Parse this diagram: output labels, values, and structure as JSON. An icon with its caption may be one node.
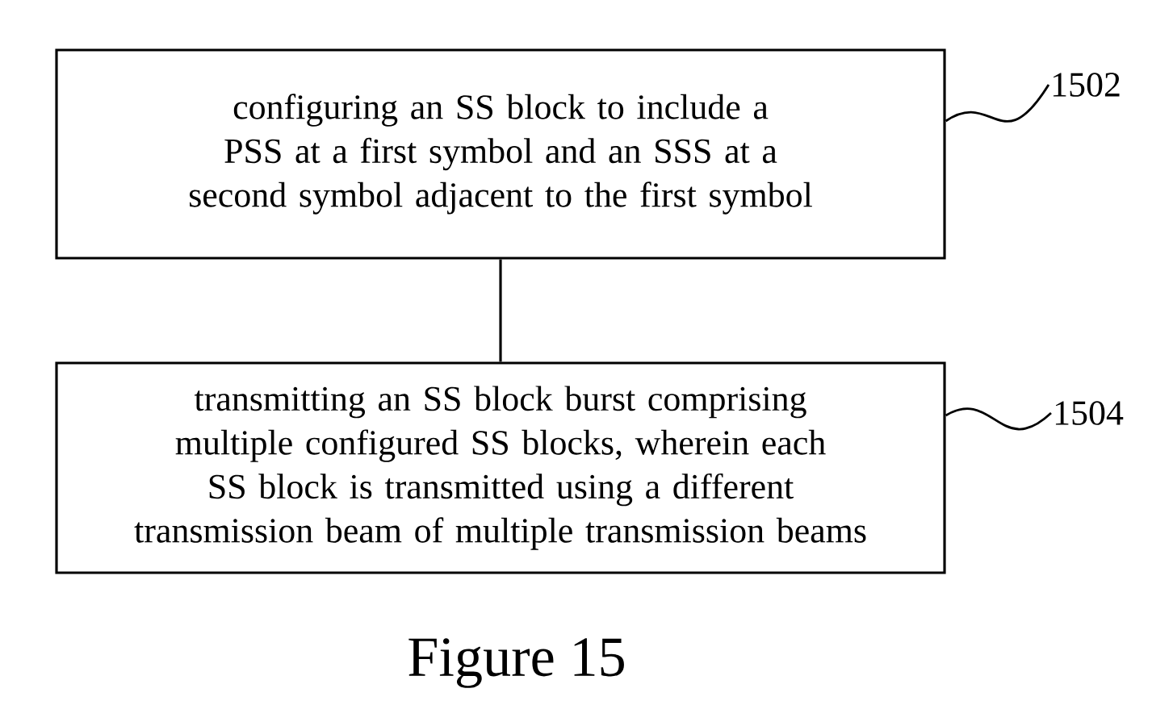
{
  "diagram": {
    "caption": "Figure 15",
    "nodes": [
      {
        "text": [
          "configuring an SS block to include a PSS at a first symbol and an SSS at a second symbol adjacent to the first symbol"
        ]
      },
      {
        "text": [
          "transmitting an SS block burst comprising multiple configured SS blocks, wherein each SS block is transmitted using a different transmission beam of multiple transmission beams"
        ]
      },
      {
        "text": [
          "1502"
        ]
      },
      {
        "text": [
          "1504"
        ]
      }
    ],
    "edges": [
      {
        "from": 0,
        "to": 1,
        "arrow": "none"
      },
      {
        "from": 2,
        "to": 0,
        "arrow": "none"
      },
      {
        "from": 3,
        "to": 1,
        "arrow": "none"
      }
    ]
  }
}
